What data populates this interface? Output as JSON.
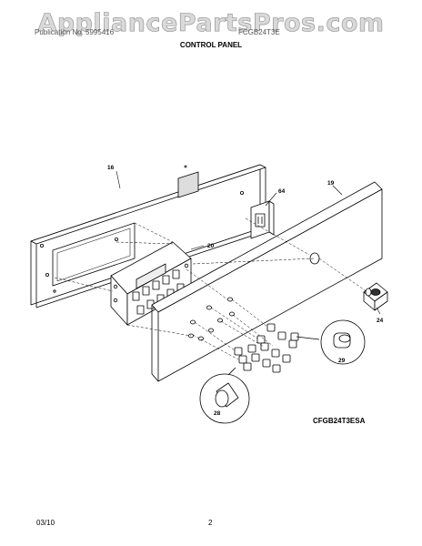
{
  "watermark": "AppliancePartsPros.com",
  "header": {
    "left": "Publication No. 5995416",
    "right": "FCGB24T3E",
    "title": "CONTROL PANEL"
  },
  "callouts": {
    "p16": "16",
    "p64": "64",
    "p19": "19",
    "p20": "20",
    "p24": "24",
    "p29": "29",
    "p28": "28"
  },
  "model_code": "CFGB24T3ESA",
  "footer": {
    "date": "03/10",
    "page": "2"
  }
}
